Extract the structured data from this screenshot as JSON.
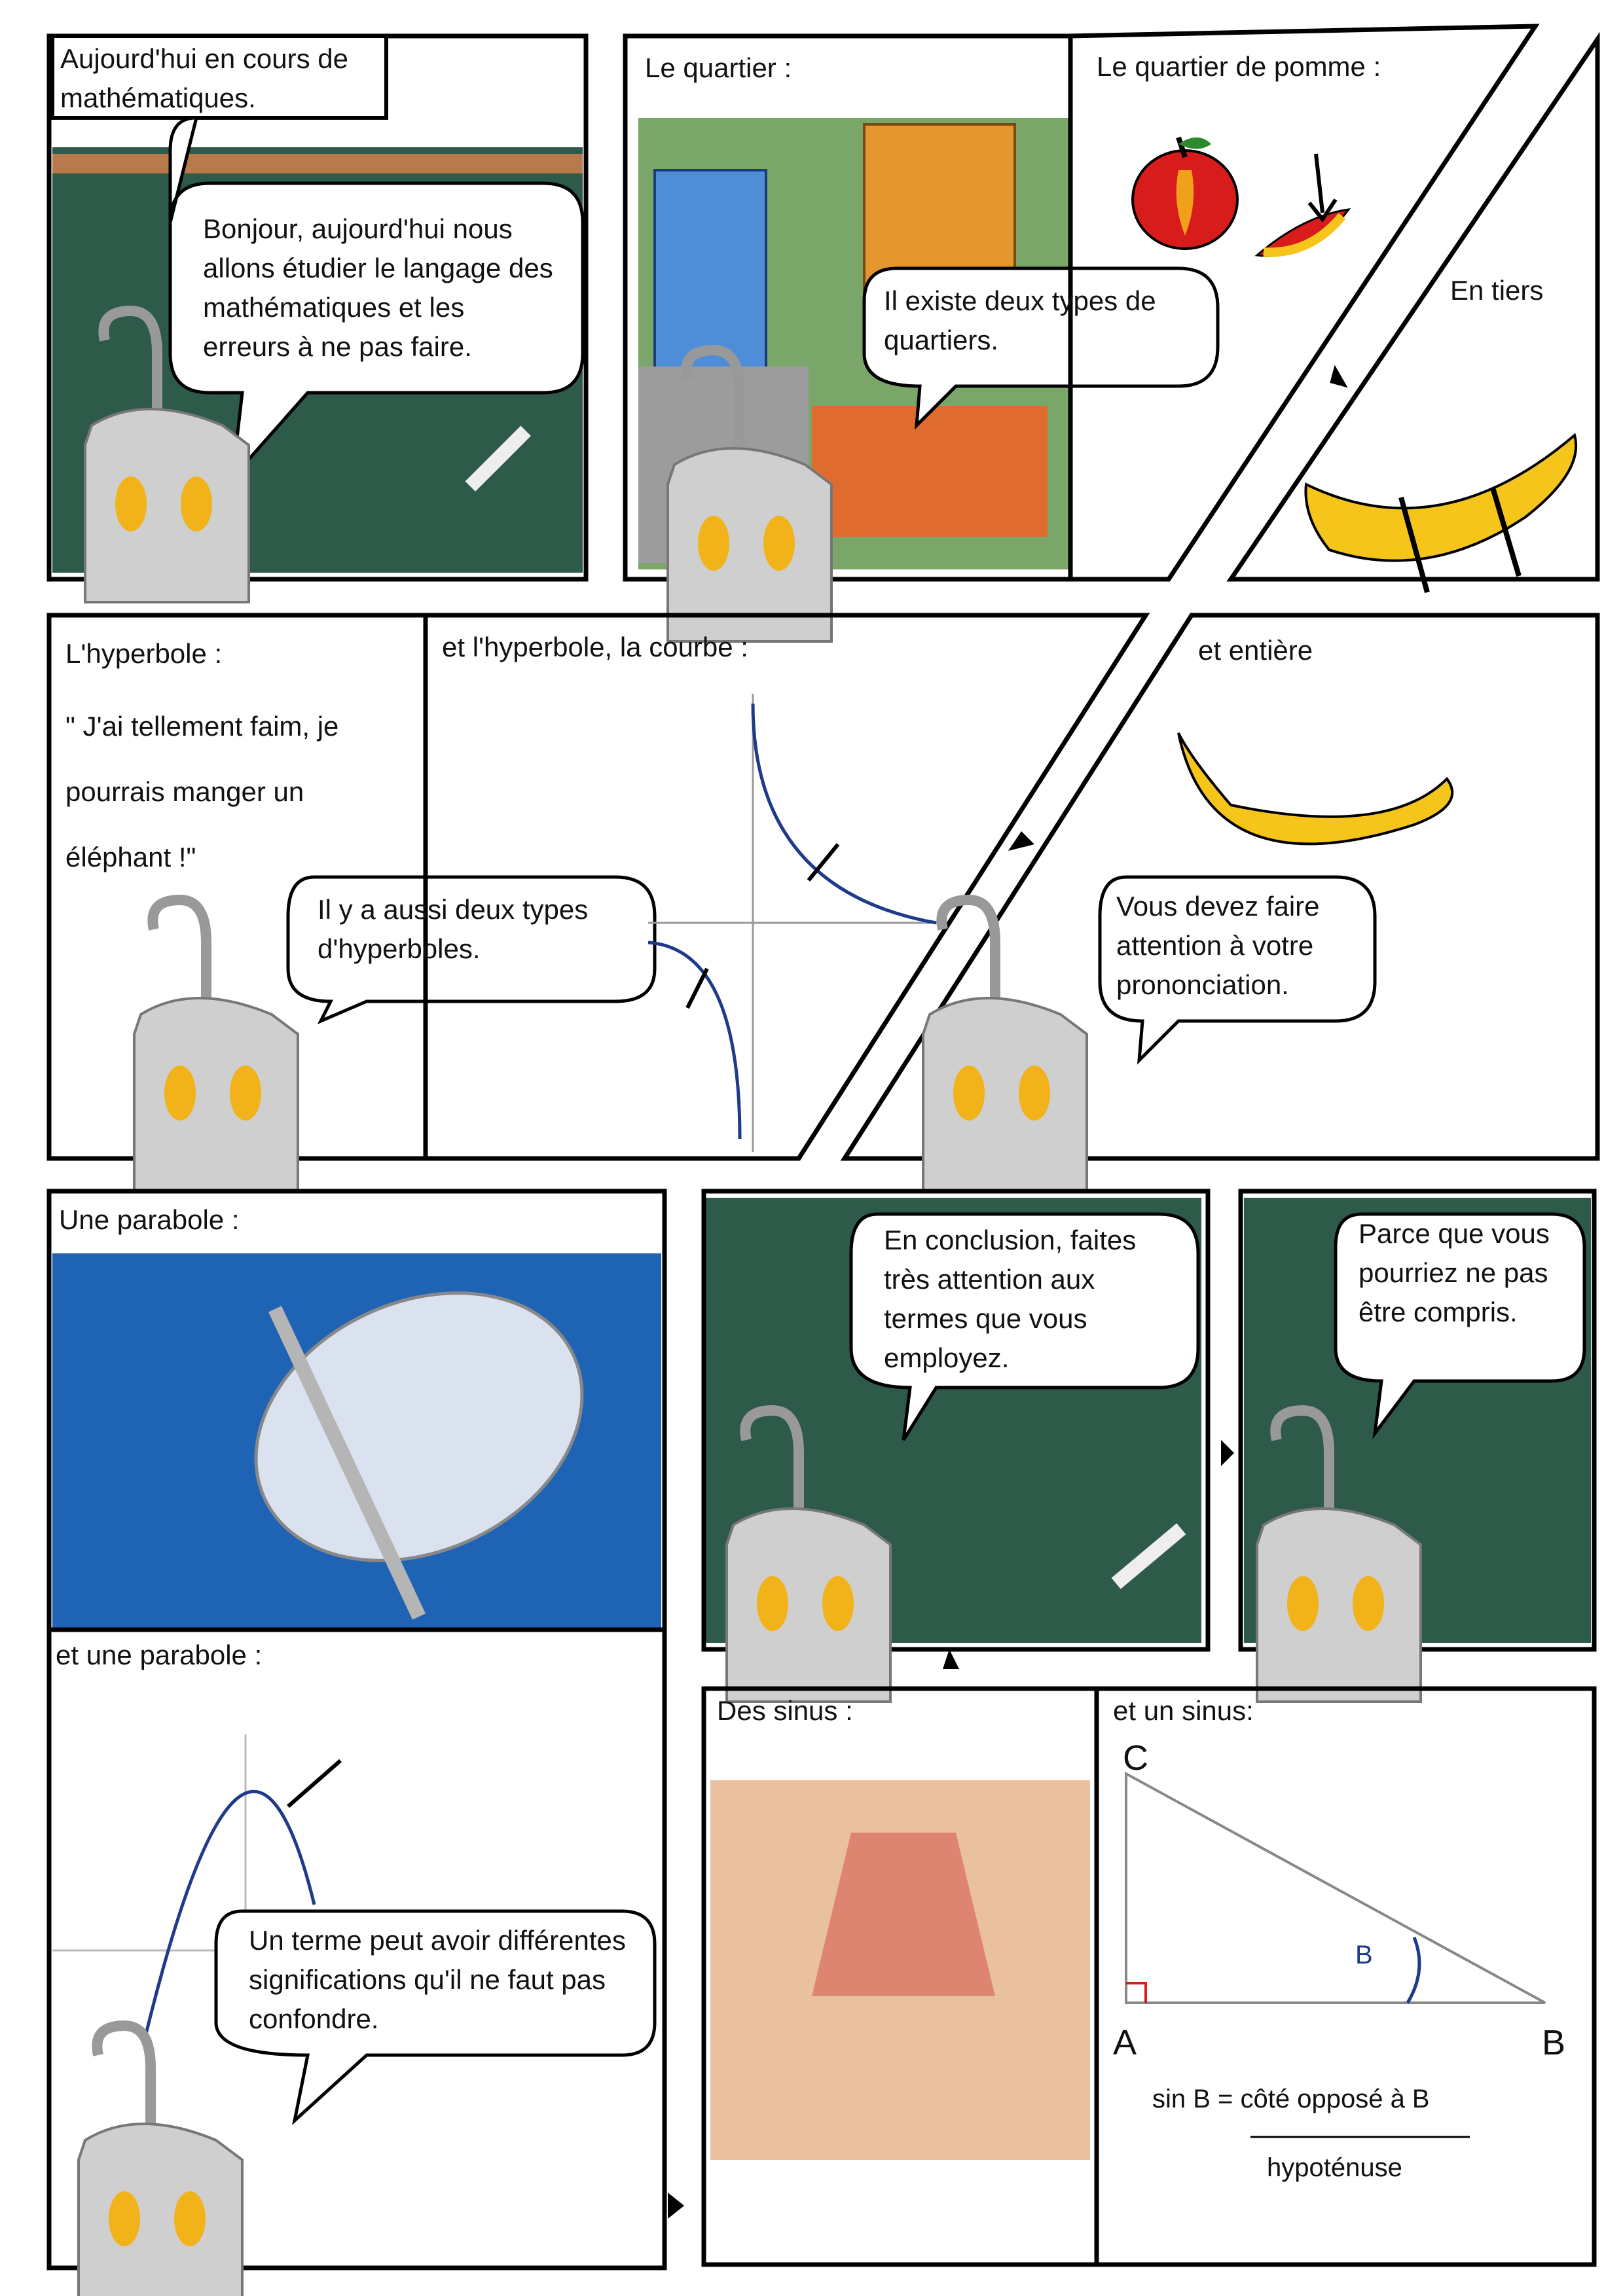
{
  "panel1": {
    "caption": "Aujourd'hui en cours de mathématiques.",
    "speech": "Bonjour, aujourd'hui nous allons étudier le langage des mathématiques et les erreurs à ne pas faire."
  },
  "panel2": {
    "caption": "Le quartier :",
    "speech": "Il existe deux types de quartiers."
  },
  "panel3": {
    "caption": "Le quartier de pomme :",
    "label": "En tiers"
  },
  "panel4": {
    "caption": "L'hyperbole :",
    "quote": "\" J'ai tellement faim, je pourrais manger un éléphant !\"",
    "speech": "Il y a aussi deux types d'hyperboles."
  },
  "panel5": {
    "caption": "et l'hyperbole, la courbe :"
  },
  "panel6": {
    "caption": "et entière",
    "speech": "Vous devez faire attention à votre prononciation."
  },
  "panel7": {
    "caption": "Une parabole :"
  },
  "panel8": {
    "speech": "En conclusion, faites très attention aux termes que vous employez."
  },
  "panel9": {
    "speech": "Parce que vous pourriez ne pas être compris."
  },
  "panel10": {
    "caption": "et une parabole :",
    "speech": "Un terme peut avoir différentes significations qu'il ne faut pas confondre."
  },
  "panel11": {
    "caption": "Des sinus :"
  },
  "panel12": {
    "caption": "et un sinus:",
    "vertex_c": "C",
    "vertex_a": "A",
    "vertex_b": "B",
    "angle_label": "B",
    "formula_numerator": "sin B = côté opposé à B",
    "formula_denominator": "hypoténuse"
  },
  "colors": {
    "chalkboard": "#2e5a4a",
    "sky": "#1f63b5",
    "eyes": "#f2b21a",
    "banana": "#f6c51c",
    "apple": "#d81c1c",
    "curve": "#1e3a8a"
  }
}
